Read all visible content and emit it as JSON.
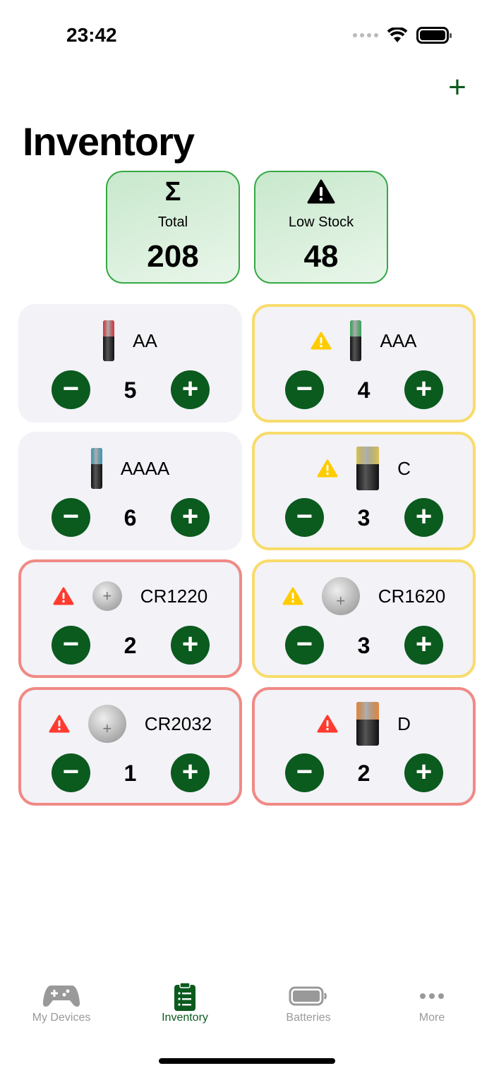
{
  "status": {
    "time": "23:42"
  },
  "header": {
    "title": "Inventory",
    "add_icon": "plus-icon"
  },
  "summary": {
    "total_label": "Total",
    "total_value": "208",
    "low_label": "Low Stock",
    "low_value": "48"
  },
  "colors": {
    "accent": "#0b5a1e",
    "low": "#f8dc6c",
    "critical": "#f08a86",
    "warn_yellow": "#ffcc00",
    "warn_red": "#ff3b30"
  },
  "items": [
    {
      "name": "AA",
      "count": "5",
      "status": "ok",
      "type": "cylinder",
      "color": "#d8333a",
      "size": "slim"
    },
    {
      "name": "AAA",
      "count": "4",
      "status": "low",
      "type": "cylinder",
      "color": "#3aa65a",
      "size": "slim"
    },
    {
      "name": "AAAA",
      "count": "6",
      "status": "ok",
      "type": "cylinder",
      "color": "#3a9ab8",
      "size": "slim"
    },
    {
      "name": "C",
      "count": "3",
      "status": "low",
      "type": "cylinder",
      "color": "#d8c455",
      "size": "fat"
    },
    {
      "name": "CR1220",
      "count": "2",
      "status": "crit",
      "type": "coin",
      "size": "small"
    },
    {
      "name": "CR1620",
      "count": "3",
      "status": "low",
      "type": "coin",
      "size": "large"
    },
    {
      "name": "CR2032",
      "count": "1",
      "status": "crit",
      "type": "coin",
      "size": "large"
    },
    {
      "name": "D",
      "count": "2",
      "status": "crit",
      "type": "cylinder",
      "color": "#e08a40",
      "size": "fat"
    }
  ],
  "tabs": [
    {
      "label": "My Devices",
      "icon": "gamepad-icon"
    },
    {
      "label": "Inventory",
      "icon": "clipboard-list-icon",
      "active": true
    },
    {
      "label": "Batteries",
      "icon": "battery-icon"
    },
    {
      "label": "More",
      "icon": "more-icon"
    }
  ]
}
